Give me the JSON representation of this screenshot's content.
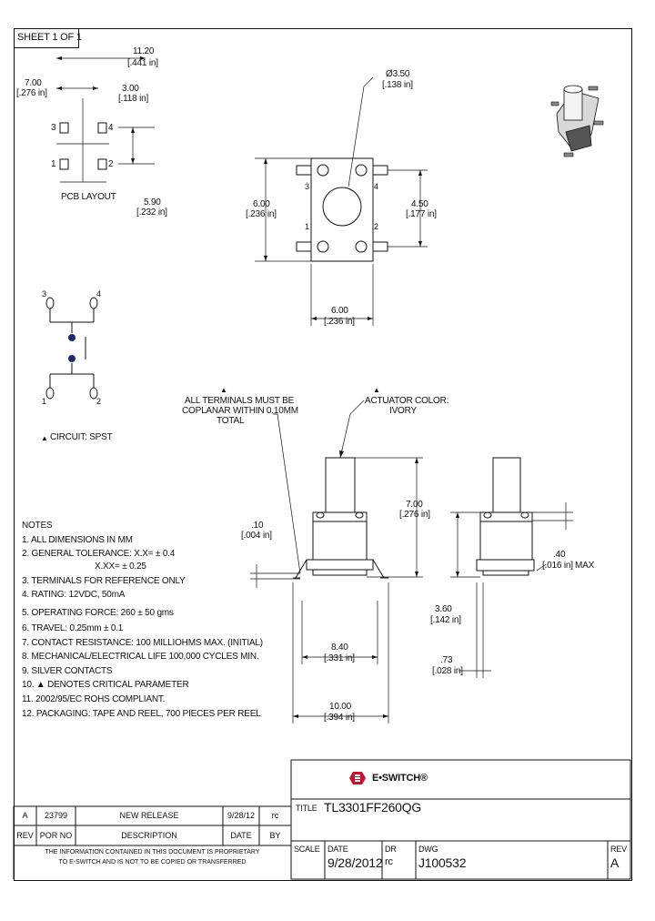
{
  "sheet": "SHEET 1 OF 1",
  "pcb": {
    "dim_top": "11.20",
    "dim_top_in": "[.441 in]",
    "dim_left": "7.00",
    "dim_left_in": "[.276 in]",
    "dim_mid": "3.00",
    "dim_mid_in": "[.118 in]",
    "dim_side": "5.90",
    "dim_side_in": "[.232 in]",
    "pins": [
      "1",
      "2",
      "3",
      "4"
    ],
    "label": "PCB LAYOUT"
  },
  "top_view": {
    "dia": "Ø3.50",
    "dia_in": "[.138 in]",
    "height": "6.00",
    "height_in": "[.236 in]",
    "pitch": "4.50",
    "pitch_in": "[.177 in]",
    "width": "6.00",
    "width_in": "[.236 in]",
    "pins": [
      "3",
      "4",
      "1",
      "2"
    ]
  },
  "circuit": {
    "label": "CIRCUIT: SPST",
    "pins": [
      "3",
      "4",
      "1",
      "2"
    ]
  },
  "side_view": {
    "coplanar_note": [
      "ALL TERMINALS MUST BE",
      "COPLANAR WITHIN 0.10MM",
      "TOTAL"
    ],
    "actuator_note": [
      "ACTUATOR COLOR:",
      "IVORY"
    ],
    "height": "7.00",
    "height_in": "[.276 in]",
    "lead": ".10",
    "lead_in": "[.004 in]",
    "span": "8.40",
    "span_in": "[.331 in]",
    "overall": "10.00",
    "overall_in": "[.394 in]",
    "body_h": "3.60",
    "body_h_in": "[.142 in]",
    "lead_w": ".73",
    "lead_w_in": "[.028 in]",
    "tol": ".40",
    "tol_in": "[.016 in]",
    "tol_max": "MAX"
  },
  "notes": {
    "title": "NOTES",
    "items": [
      "1. ALL DIMENSIONS IN MM",
      "2. GENERAL TOLERANCE: X.X= ± 0.4",
      "X.XX= ± 0.25",
      "3. TERMINALS FOR REFERENCE ONLY",
      "4. RATING: 12VDC, 50mA",
      "5. OPERATING FORCE: 260 ± 50 gms",
      "6. TRAVEL: 0.25mm ± 0.1",
      "7. CONTACT RESISTANCE: 100 MILLIOHMS MAX. (INITIAL)",
      "8. MECHANICAL/ELECTRICAL LIFE 100,000 CYCLES MIN.",
      "9. SILVER CONTACTS",
      "10. ▲ DENOTES CRITICAL PARAMETER",
      "11. 2002/95/EC ROHS COMPLIANT.",
      "12. PACKAGING: TAPE AND REEL, 700 PIECES PER REEL"
    ]
  },
  "title_block": {
    "brand": "E•SWITCH®",
    "title_label": "TITLE",
    "title": "TL3301FF260QG",
    "rev_row": {
      "rev": "A",
      "por": "23799",
      "desc": "NEW RELEASE",
      "date": "9/28/12",
      "by": "rc"
    },
    "headers": {
      "rev": "REV",
      "por": "POR NO",
      "desc": "DESCRIPTION",
      "date": "DATE",
      "by": "BY"
    },
    "proprietary": [
      "THE INFORMATION CONTAINED IN THIS DOCUMENT IS PROPRIETARY",
      "TO E-SWITCH AND IS NOT TO BE COPIED OR TRANSFERRED"
    ],
    "scale_label": "SCALE",
    "date_label": "DATE",
    "date": "9/28/2012",
    "dr_label": "DR",
    "dr": "rc",
    "dwg_label": "DWG",
    "dwg": "J100532",
    "rev_label": "REV",
    "rev": "A"
  }
}
